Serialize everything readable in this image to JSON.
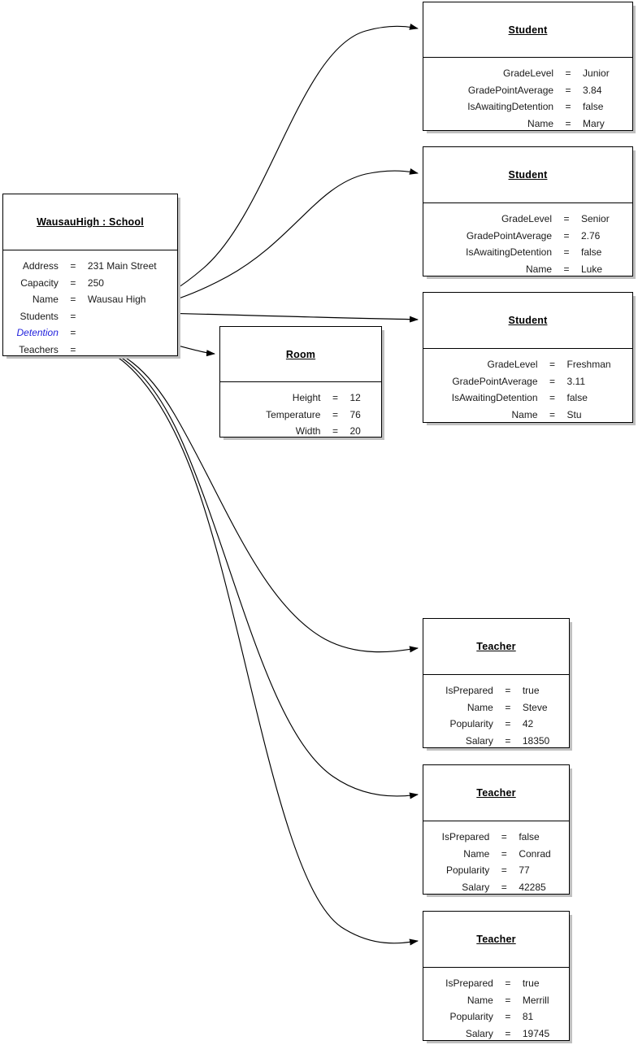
{
  "diagram": {
    "type": "uml-object-diagram",
    "title": "WausauHigh School object diagram",
    "colors": {
      "box_border": "#000000",
      "box_fill": "#ffffff",
      "shadow": "#c0c0c0",
      "reference_slot": "#2222dd",
      "link_line": "#000000"
    }
  },
  "objects": [
    {
      "id": "school",
      "header": "WausauHigh : School",
      "slots": [
        {
          "name": "Address",
          "eq": "=",
          "value": "231 Main Street",
          "kind": "attribute"
        },
        {
          "name": "Capacity",
          "eq": "=",
          "value": "250",
          "kind": "attribute"
        },
        {
          "name": "Name",
          "eq": "=",
          "value": "Wausau High",
          "kind": "attribute"
        },
        {
          "name": "Students",
          "eq": "=",
          "value": "",
          "kind": "reference"
        },
        {
          "name": "Detention",
          "eq": "=",
          "value": "",
          "kind": "reference-italic"
        },
        {
          "name": "Teachers",
          "eq": "=",
          "value": "",
          "kind": "reference"
        }
      ]
    },
    {
      "id": "student-mary",
      "header": "Student",
      "slots": [
        {
          "name": "GradeLevel",
          "eq": "=",
          "value": "Junior",
          "kind": "attribute"
        },
        {
          "name": "GradePointAverage",
          "eq": "=",
          "value": "3.84",
          "kind": "attribute"
        },
        {
          "name": "IsAwaitingDetention",
          "eq": "=",
          "value": "false",
          "kind": "attribute"
        },
        {
          "name": "Name",
          "eq": "=",
          "value": "Mary",
          "kind": "attribute"
        }
      ]
    },
    {
      "id": "student-luke",
      "header": "Student",
      "slots": [
        {
          "name": "GradeLevel",
          "eq": "=",
          "value": "Senior",
          "kind": "attribute"
        },
        {
          "name": "GradePointAverage",
          "eq": "=",
          "value": "2.76",
          "kind": "attribute"
        },
        {
          "name": "IsAwaitingDetention",
          "eq": "=",
          "value": "false",
          "kind": "attribute"
        },
        {
          "name": "Name",
          "eq": "=",
          "value": "Luke",
          "kind": "attribute"
        }
      ]
    },
    {
      "id": "student-stu",
      "header": "Student",
      "slots": [
        {
          "name": "GradeLevel",
          "eq": "=",
          "value": "Freshman",
          "kind": "attribute"
        },
        {
          "name": "GradePointAverage",
          "eq": "=",
          "value": "3.11",
          "kind": "attribute"
        },
        {
          "name": "IsAwaitingDetention",
          "eq": "=",
          "value": "false",
          "kind": "attribute"
        },
        {
          "name": "Name",
          "eq": "=",
          "value": "Stu",
          "kind": "attribute"
        }
      ]
    },
    {
      "id": "room",
      "header": "Room",
      "slots": [
        {
          "name": "Height",
          "eq": "=",
          "value": "12",
          "kind": "attribute"
        },
        {
          "name": "Temperature",
          "eq": "=",
          "value": "76",
          "kind": "attribute"
        },
        {
          "name": "Width",
          "eq": "=",
          "value": "20",
          "kind": "attribute"
        }
      ]
    },
    {
      "id": "teacher-steve",
      "header": "Teacher",
      "slots": [
        {
          "name": "IsPrepared",
          "eq": "=",
          "value": "true",
          "kind": "attribute"
        },
        {
          "name": "Name",
          "eq": "=",
          "value": "Steve",
          "kind": "attribute"
        },
        {
          "name": "Popularity",
          "eq": "=",
          "value": "42",
          "kind": "attribute"
        },
        {
          "name": "Salary",
          "eq": "=",
          "value": "18350",
          "kind": "attribute"
        }
      ]
    },
    {
      "id": "teacher-conrad",
      "header": "Teacher",
      "slots": [
        {
          "name": "IsPrepared",
          "eq": "=",
          "value": "false",
          "kind": "attribute"
        },
        {
          "name": "Name",
          "eq": "=",
          "value": "Conrad",
          "kind": "attribute"
        },
        {
          "name": "Popularity",
          "eq": "=",
          "value": "77",
          "kind": "attribute"
        },
        {
          "name": "Salary",
          "eq": "=",
          "value": "42285",
          "kind": "attribute"
        }
      ]
    },
    {
      "id": "teacher-merrill",
      "header": "Teacher",
      "slots": [
        {
          "name": "IsPrepared",
          "eq": "=",
          "value": "true",
          "kind": "attribute"
        },
        {
          "name": "Name",
          "eq": "=",
          "value": "Merrill",
          "kind": "attribute"
        },
        {
          "name": "Popularity",
          "eq": "=",
          "value": "81",
          "kind": "attribute"
        },
        {
          "name": "Salary",
          "eq": "=",
          "value": "19745",
          "kind": "attribute"
        }
      ]
    }
  ],
  "links": [
    {
      "from": "school.Students",
      "to": "student-mary"
    },
    {
      "from": "school.Students",
      "to": "student-luke"
    },
    {
      "from": "school.Students",
      "to": "student-stu"
    },
    {
      "from": "school.Detention",
      "to": "room"
    },
    {
      "from": "school.Teachers",
      "to": "teacher-steve"
    },
    {
      "from": "school.Teachers",
      "to": "teacher-conrad"
    },
    {
      "from": "school.Teachers",
      "to": "teacher-merrill"
    }
  ]
}
